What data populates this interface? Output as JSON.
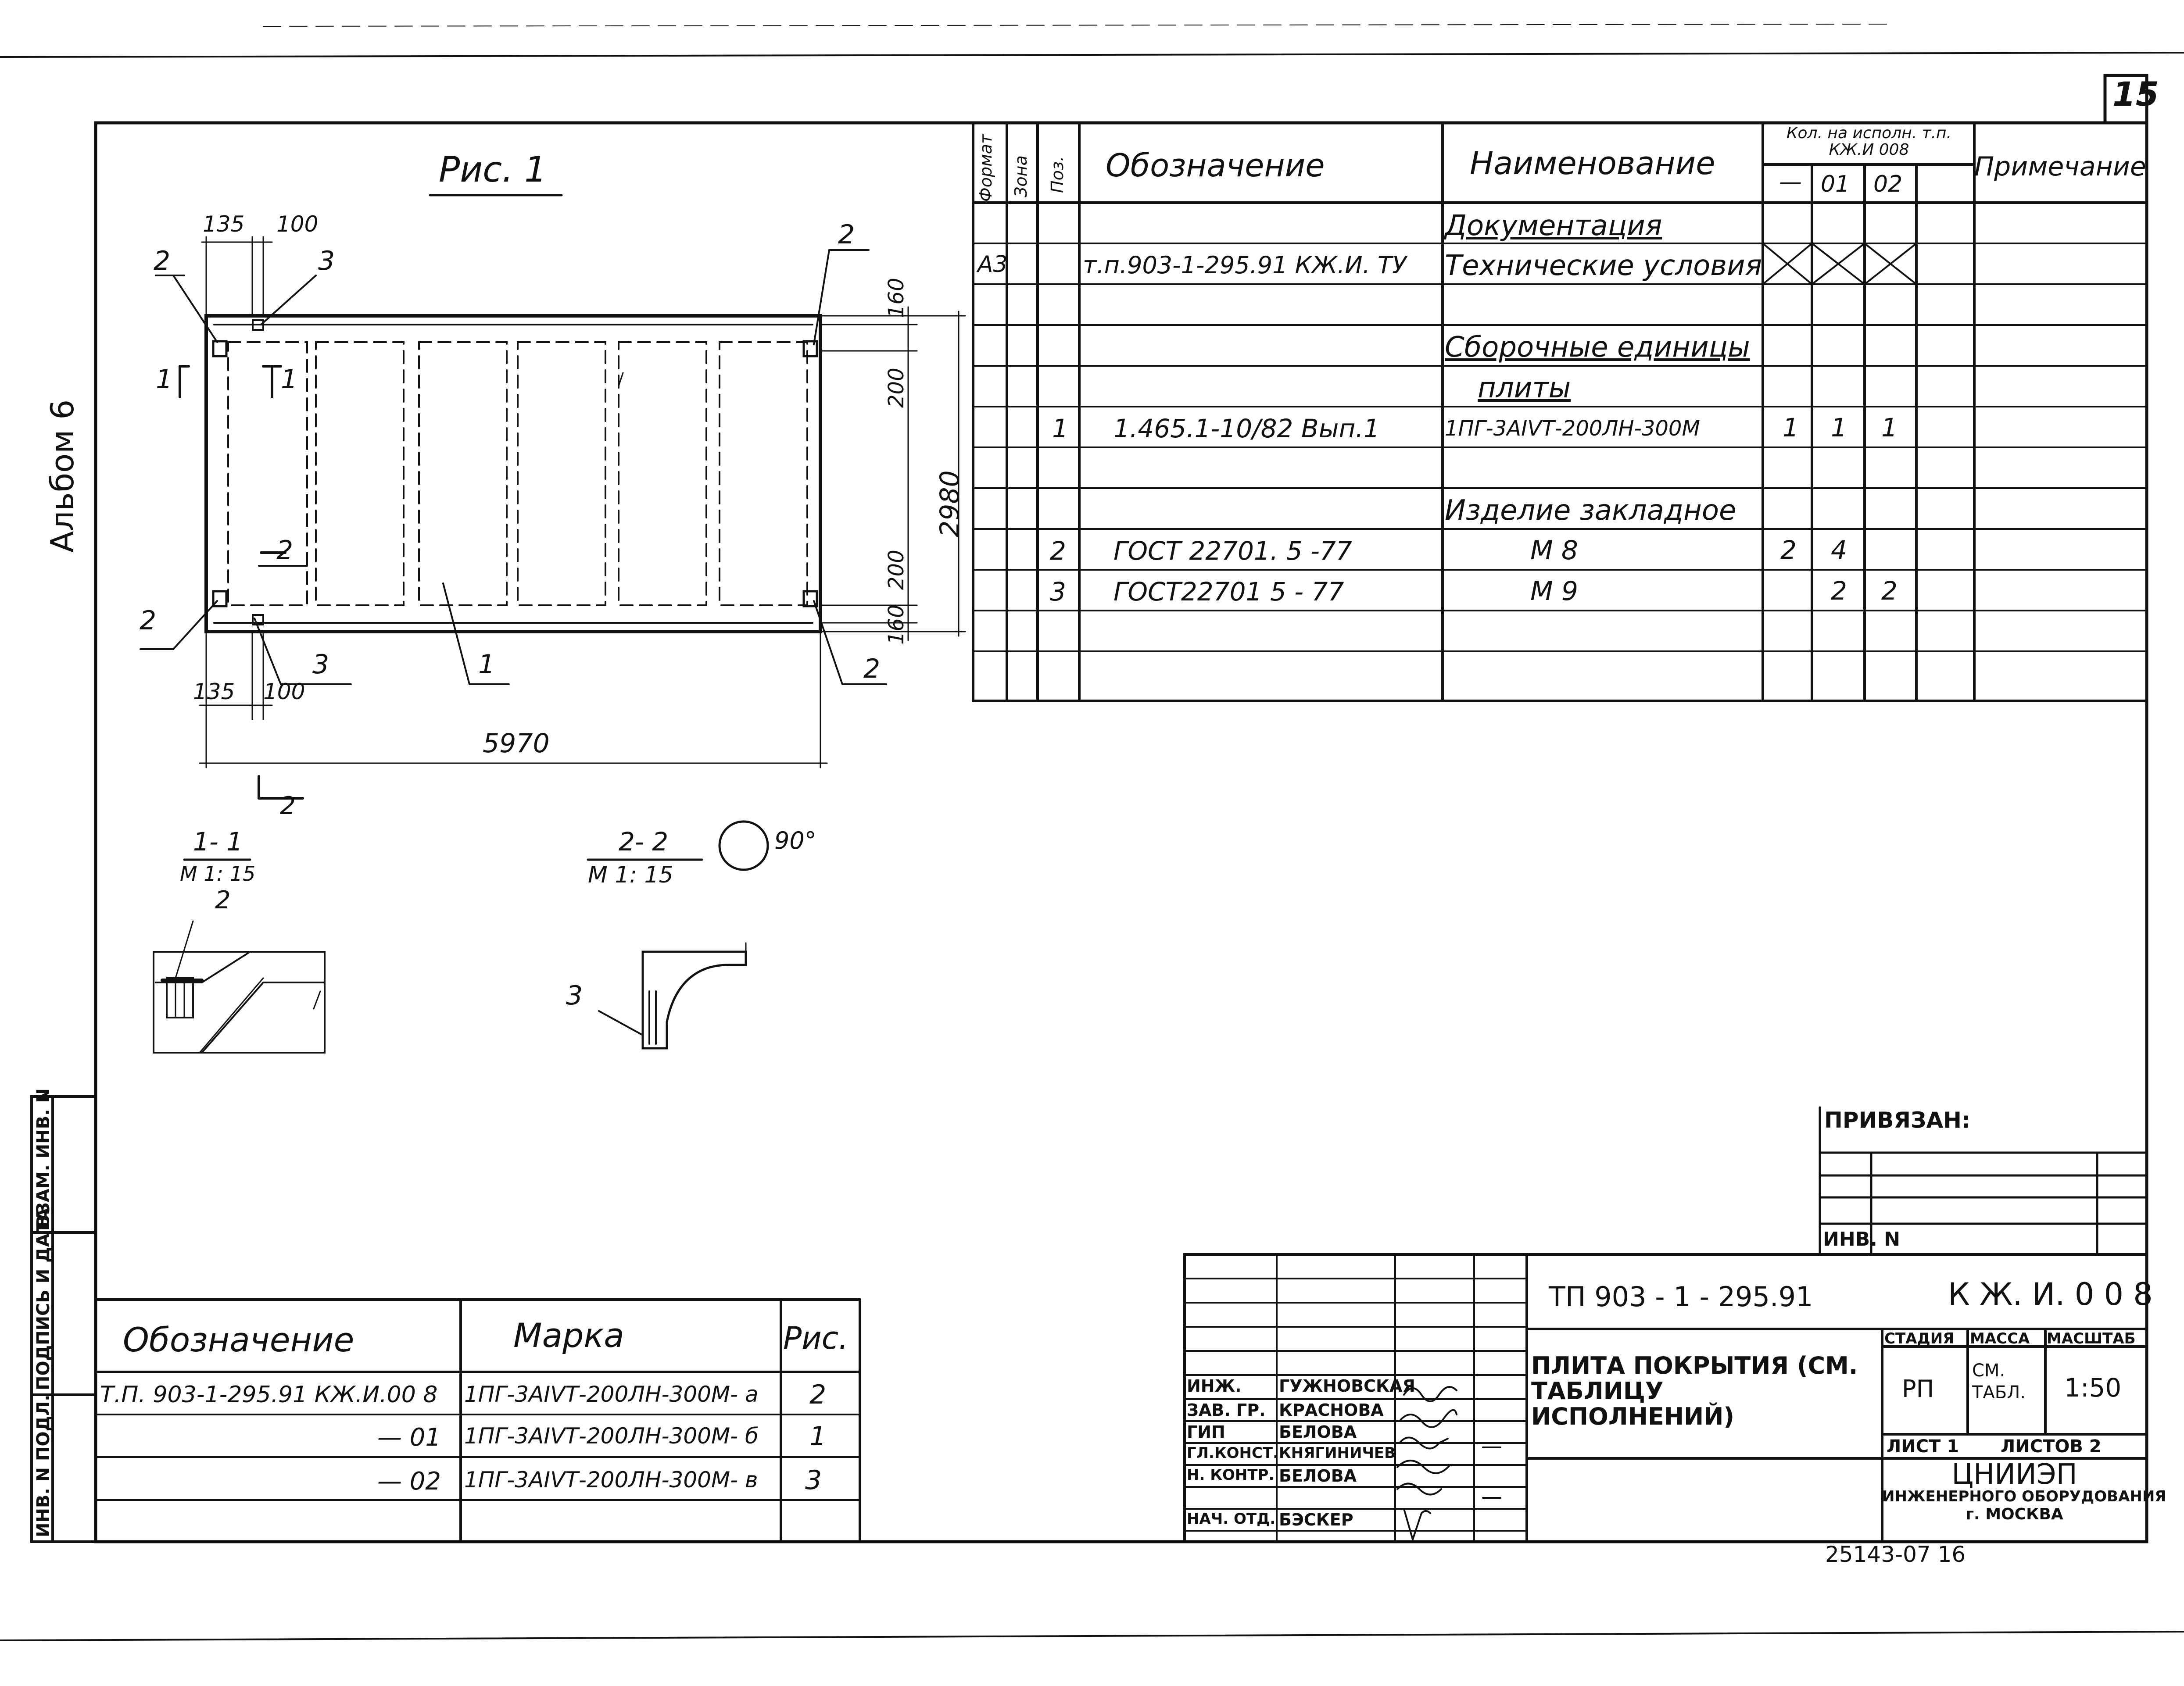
{
  "sheet_number": "15",
  "album_label": "Альбом 6",
  "figure1": {
    "title": "Рис. 1",
    "dims": {
      "d135_top": "135",
      "d100_top": "100",
      "d135_bot": "135",
      "d100_bot": "100",
      "d160_top": "160",
      "d200_top": "200",
      "d2980": "2980",
      "d200_bot": "200",
      "d160_bot": "160",
      "d5970": "5970"
    },
    "callouts": {
      "c2_tl": "2",
      "c3_top": "3",
      "c2_tr": "2",
      "c1_l": "1",
      "c1_r": "1",
      "c2_mid": "2",
      "c2_bl": "2",
      "c3_bot": "3",
      "c1_bot": "1",
      "c2_br": "2",
      "c2_sec": "2"
    }
  },
  "section11": {
    "title": "1- 1",
    "scale": "М 1: 15",
    "callout": "2"
  },
  "section22": {
    "title": "2- 2",
    "scale": "М 1: 15",
    "rotation": "90°",
    "callout": "3"
  },
  "spec_table": {
    "headers": {
      "format": "Формат",
      "zone": "Зона",
      "pos": "Поз.",
      "designation": "Обозначение",
      "name": "Наименование",
      "qty_group": "Кол. на исполн. т.п. КЖ.И 008",
      "qty_dash": "—",
      "qty_01": "01",
      "qty_02": "02",
      "note": "Примечание"
    },
    "rows": [
      {
        "format": "",
        "pos": "",
        "designation": "",
        "name": "Документация",
        "q0": "",
        "q1": "",
        "q2": ""
      },
      {
        "format": "А3",
        "pos": "",
        "designation": "т.п.903-1-295.91   КЖ.И. ТУ",
        "name": "Технические условия",
        "q0": "",
        "q1": "",
        "q2": ""
      },
      {
        "format": "",
        "pos": "",
        "designation": "",
        "name": "",
        "q0": "",
        "q1": "",
        "q2": ""
      },
      {
        "format": "",
        "pos": "",
        "designation": "",
        "name": "Сборочные единицы",
        "q0": "",
        "q1": "",
        "q2": ""
      },
      {
        "format": "",
        "pos": "",
        "designation": "",
        "name": "плиты",
        "q0": "",
        "q1": "",
        "q2": ""
      },
      {
        "format": "",
        "pos": "1",
        "designation": "1.465.1-10/82 Вып.1",
        "name": "1ПГ-3АIVТ-200ЛН-300М",
        "q0": "1",
        "q1": "1",
        "q2": "1"
      },
      {
        "format": "",
        "pos": "",
        "designation": "",
        "name": "",
        "q0": "",
        "q1": "",
        "q2": ""
      },
      {
        "format": "",
        "pos": "",
        "designation": "",
        "name": "Изделие закладное",
        "q0": "",
        "q1": "",
        "q2": ""
      },
      {
        "format": "",
        "pos": "2",
        "designation": "ГОСТ 22701. 5 -77",
        "name": "М 8",
        "q0": "2",
        "q1": "4",
        "q2": ""
      },
      {
        "format": "",
        "pos": "3",
        "designation": "ГОСТ22701 5 - 77",
        "name": "М 9",
        "q0": "",
        "q1": "2",
        "q2": "2"
      },
      {
        "format": "",
        "pos": "",
        "designation": "",
        "name": "",
        "q0": "",
        "q1": "",
        "q2": ""
      }
    ]
  },
  "marks_table": {
    "headers": {
      "designation": "Обозначение",
      "mark": "Марка",
      "fig": "Рис."
    },
    "rows": [
      {
        "designation": "Т.П. 903-1-295.91    КЖ.И.00 8",
        "mark": "1ПГ-3АIVТ-200ЛН-300М- а",
        "fig": "2"
      },
      {
        "designation": "— 01",
        "mark": "1ПГ-3АIVТ-200ЛН-300М- б",
        "fig": "1"
      },
      {
        "designation": "— 02",
        "mark": "1ПГ-3АIVТ-200ЛН-300М- в",
        "fig": "3"
      }
    ]
  },
  "side_stamp": {
    "col1": "ИНВ. N ПОДЛ.",
    "col2": "ПОДПИСЬ И ДАТА",
    "col3": "ВЗАМ. ИНВ. N"
  },
  "privyazan": {
    "title": "ПРИВЯЗАН:",
    "inv": "ИНВ. N"
  },
  "title_block": {
    "project": "ТП 903 - 1 - 295.91",
    "code": "К Ж. И. 0 0 8",
    "object_name": "ПЛИТА ПОКРЫТИЯ (СМ. ТАБЛИЦУ ИСПОЛНЕНИЙ)",
    "stage_label": "СТАДИЯ",
    "mass_label": "МАССА",
    "scale_label": "МАСШТАБ",
    "stage": "РП",
    "mass": "СМ. ТАБЛ.",
    "scale": "1:50",
    "sheet": "ЛИСТ 1",
    "sheets": "ЛИСТОВ  2",
    "org_line1": "ЦНИИЭП",
    "org_line2": "ИНЖЕНЕРНОГО ОБОРУДОВАНИЯ",
    "org_line3": "г. МОСКВА",
    "staff": [
      {
        "role": "ИНЖ.",
        "name": "ГУЖНОВСКАЯ"
      },
      {
        "role": "ЗАВ. ГР.",
        "name": "КРАСНОВА"
      },
      {
        "role": "ГИП",
        "name": "БЕЛОВА"
      },
      {
        "role": "ГЛ.КОНСТ.",
        "name": "КНЯГИНИЧЕВ"
      },
      {
        "role": "Н. КОНТР.",
        "name": "БЕЛОВА"
      },
      {
        "role": "НАЧ. ОТД.",
        "name": "БЭСКЕР"
      }
    ]
  },
  "bottom_number": "25143-07  16"
}
